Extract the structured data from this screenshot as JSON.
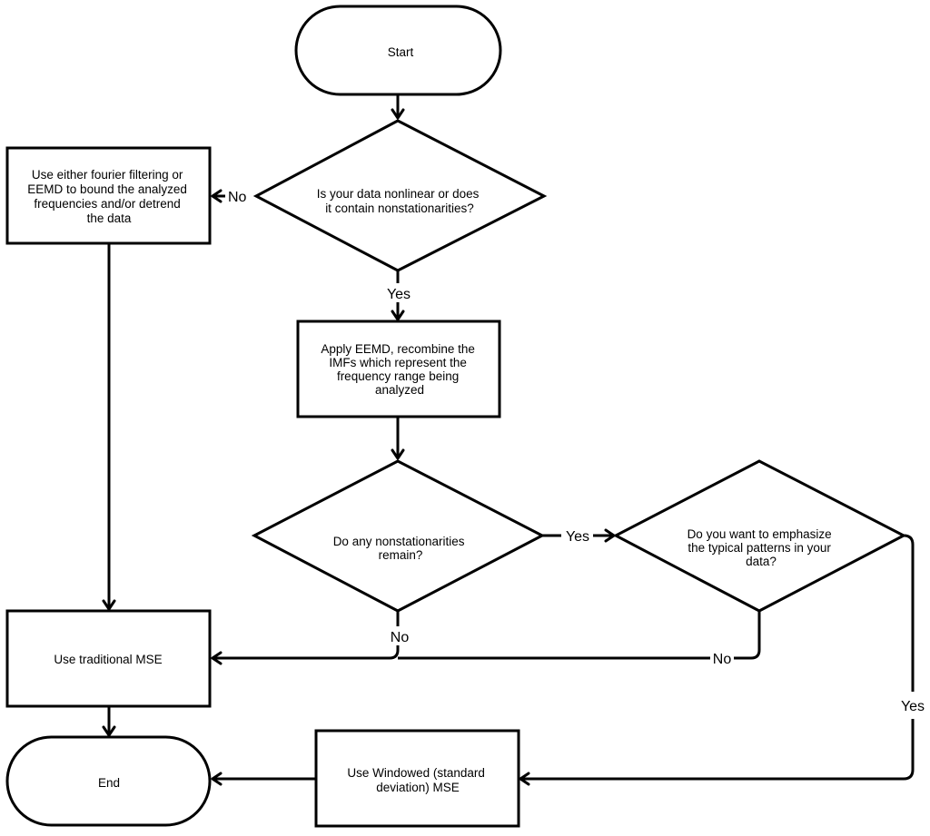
{
  "nodes": {
    "start": {
      "lines": [
        "Start"
      ]
    },
    "decision_nonlinear": {
      "lines": [
        "Is your data nonlinear or does",
        "it contain nonstationarities?"
      ]
    },
    "fourier_eemd": {
      "lines": [
        "Use either fourier filtering or",
        "EEMD to bound the analyzed",
        "frequencies and/or detrend",
        "the data"
      ]
    },
    "apply_eemd": {
      "lines": [
        "Apply EEMD, recombine the",
        "IMFs which represent the",
        "frequency range being",
        "analyzed"
      ]
    },
    "decision_remain": {
      "lines": [
        "Do any nonstationarities",
        "remain?"
      ]
    },
    "decision_emphasize": {
      "lines": [
        "Do you want to emphasize",
        "the typical patterns in your",
        "data?"
      ]
    },
    "traditional_mse": {
      "lines": [
        "Use traditional MSE"
      ]
    },
    "windowed_mse": {
      "lines": [
        "Use Windowed (standard",
        "deviation) MSE"
      ]
    },
    "end": {
      "lines": [
        "End"
      ]
    }
  },
  "edges": {
    "nonlinear_no": "No",
    "nonlinear_yes": "Yes",
    "remain_yes": "Yes",
    "remain_no": "No",
    "emphasize_no": "No",
    "emphasize_yes": "Yes"
  }
}
